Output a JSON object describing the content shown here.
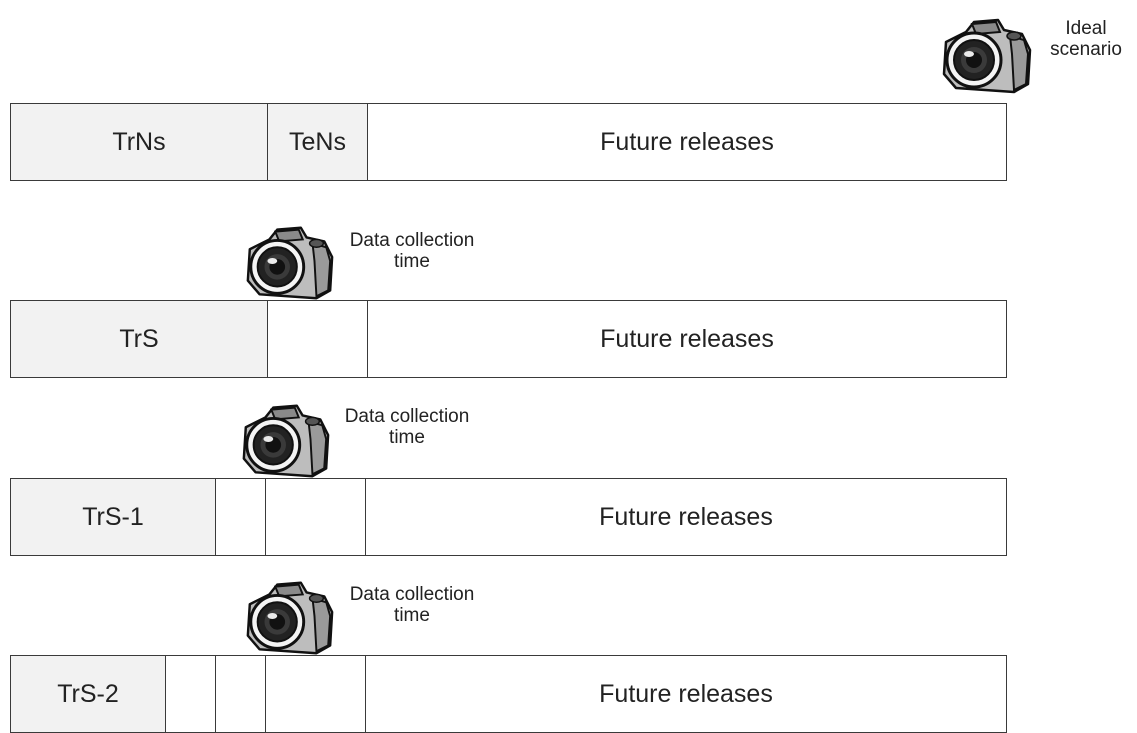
{
  "ideal": {
    "caption_line1": "Ideal",
    "caption_line2": "scenario",
    "icon": "camera-icon",
    "segments": {
      "training": "TrNs",
      "testing": "TeNs",
      "future": "Future releases"
    }
  },
  "scenario_s": {
    "caption_line1": "Data collection",
    "caption_line2": "time",
    "icon": "camera-icon",
    "segments": {
      "training": "TrS",
      "future": "Future releases"
    }
  },
  "scenario_s1": {
    "caption_line1": "Data collection",
    "caption_line2": "time",
    "icon": "camera-icon",
    "segments": {
      "training": "TrS-1",
      "future": "Future releases"
    }
  },
  "scenario_s2": {
    "caption_line1": "Data collection",
    "caption_line2": "time",
    "icon": "camera-icon",
    "segments": {
      "training": "TrS-2",
      "future": "Future releases"
    }
  },
  "colors": {
    "shaded": "#f2f2f2",
    "border": "#3a3a3a",
    "background": "#ffffff"
  }
}
